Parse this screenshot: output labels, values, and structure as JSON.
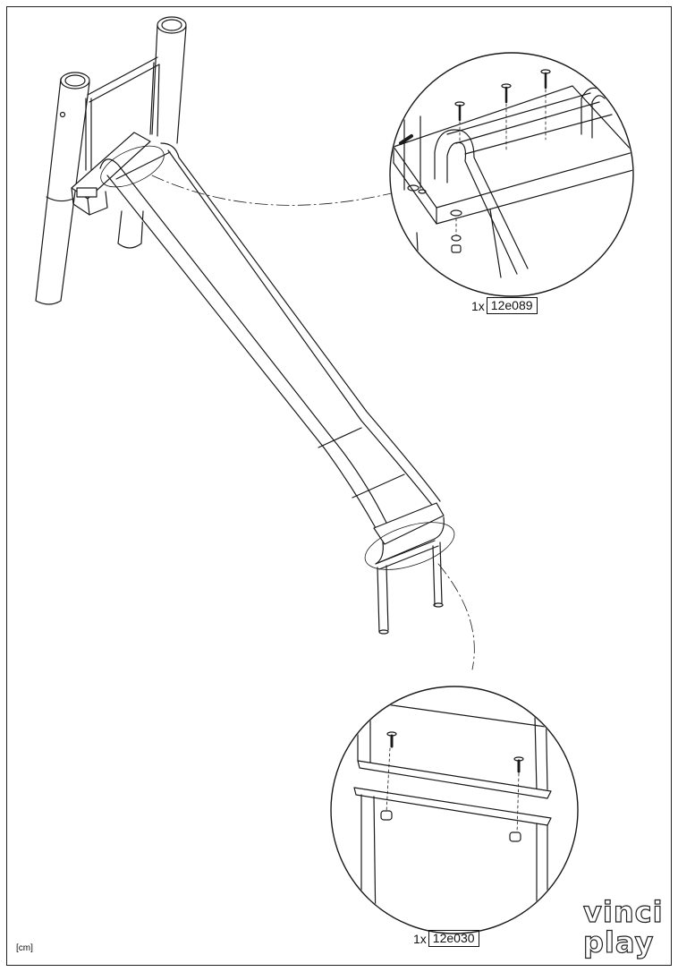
{
  "detail_top": {
    "quantity": "1x",
    "part_code": "12e089"
  },
  "detail_bottom": {
    "quantity": "1x",
    "part_code": "12e030"
  },
  "units_note": "[cm]",
  "logo": {
    "line1": "vinci",
    "line2": "play"
  }
}
